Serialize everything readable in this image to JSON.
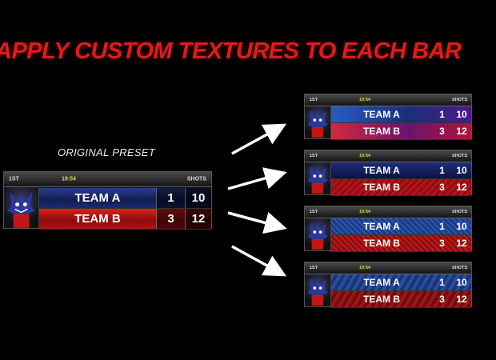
{
  "headline": "APPLY CUSTOM TEXTURES TO EACH BAR",
  "preset_label": "ORIGINAL PRESET",
  "scoreboards": [
    {
      "period": "1ST",
      "clock": "19:54",
      "shots_label": "SHOTS",
      "team_a": {
        "name": "TEAM A",
        "score": "1",
        "shots": "10"
      },
      "team_b": {
        "name": "TEAM B",
        "score": "3",
        "shots": "12"
      }
    },
    {
      "period": "1ST",
      "clock": "19:54",
      "shots_label": "SHOTS",
      "team_a": {
        "name": "TEAM A",
        "score": "1",
        "shots": "10"
      },
      "team_b": {
        "name": "TEAM B",
        "score": "3",
        "shots": "12"
      }
    },
    {
      "period": "1ST",
      "clock": "19:54",
      "shots_label": "SHOTS",
      "team_a": {
        "name": "TEAM A",
        "score": "1",
        "shots": "10"
      },
      "team_b": {
        "name": "TEAM B",
        "score": "3",
        "shots": "12"
      }
    },
    {
      "period": "1ST",
      "clock": "19:54",
      "shots_label": "SHOTS",
      "team_a": {
        "name": "TEAM A",
        "score": "1",
        "shots": "10"
      },
      "team_b": {
        "name": "TEAM B",
        "score": "3",
        "shots": "12"
      }
    },
    {
      "period": "1ST",
      "clock": "19:54",
      "shots_label": "SHOTS",
      "team_a": {
        "name": "TEAM A",
        "score": "1",
        "shots": "10"
      },
      "team_b": {
        "name": "TEAM B",
        "score": "3",
        "shots": "12"
      }
    }
  ],
  "colors": {
    "headline": "#e01a1a",
    "clock": "#d9d65a",
    "team_a": "#1b2e7a",
    "team_b": "#b31313"
  },
  "icons": {
    "logo": "team-mascot-logo-icon",
    "arrow": "arrow-icon"
  }
}
